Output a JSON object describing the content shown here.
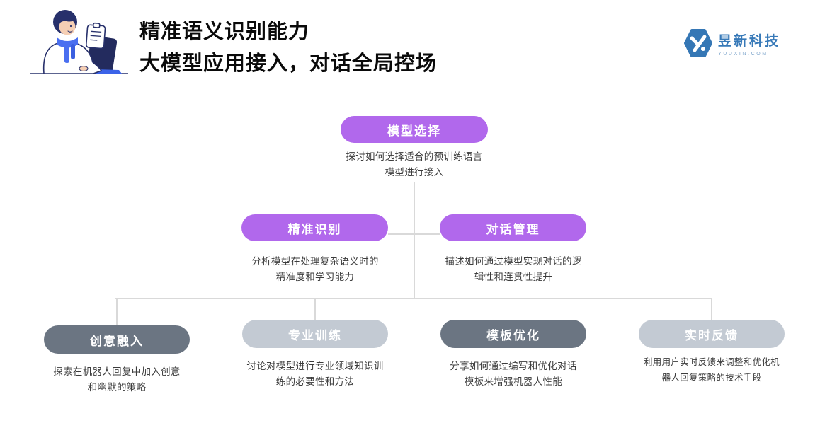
{
  "header": {
    "title_line1": "精准语义识别能力",
    "title_line2": "大模型应用接入，对话全局控场",
    "logo": {
      "name": "昱新科技",
      "domain": "YUUXIN.COM"
    }
  },
  "colors": {
    "node_purple": "#b168ec",
    "node_dark_gray": "#6b7582",
    "node_light_gray": "#c3cad3",
    "connector_gray": "#d9d9d9",
    "brand_blue": "#3779b8",
    "illustration_navy": "#27306b",
    "illustration_blue": "#4a6ff0"
  },
  "icons": {
    "illustration": "person-typing-on-laptop",
    "clipboard": "clipboard-note-icon",
    "logo_mark": "hexagon-y-icon"
  },
  "tree": {
    "root": {
      "label": "模型选择",
      "desc_line1": "探讨如何选择适合的预训练语言",
      "desc_line2": "模型进行接入"
    },
    "level2": [
      {
        "label": "精准识别",
        "desc_line1": "分析模型在处理复杂语义时的",
        "desc_line2": "精准度和学习能力"
      },
      {
        "label": "对话管理",
        "desc_line1": "描述如何通过模型实现对话的逻",
        "desc_line2": "辑性和连贯性提升"
      }
    ],
    "level3": [
      {
        "label": "创意融入",
        "desc_line1": "探索在机器人回复中加入创意",
        "desc_line2": "和幽默的策略",
        "variant": "dark"
      },
      {
        "label": "专业训练",
        "desc_line1": "讨论对模型进行专业领域知识训",
        "desc_line2": "练的必要性和方法",
        "variant": "light"
      },
      {
        "label": "模板优化",
        "desc_line1": "分享如何通过编写和优化对话",
        "desc_line2": "模板来增强机器人性能",
        "variant": "dark"
      },
      {
        "label": "实时反馈",
        "desc_line1": "利用用户实时反馈来调整和优化机",
        "desc_line2": "器人回复策略的技术手段",
        "variant": "light"
      }
    ]
  }
}
